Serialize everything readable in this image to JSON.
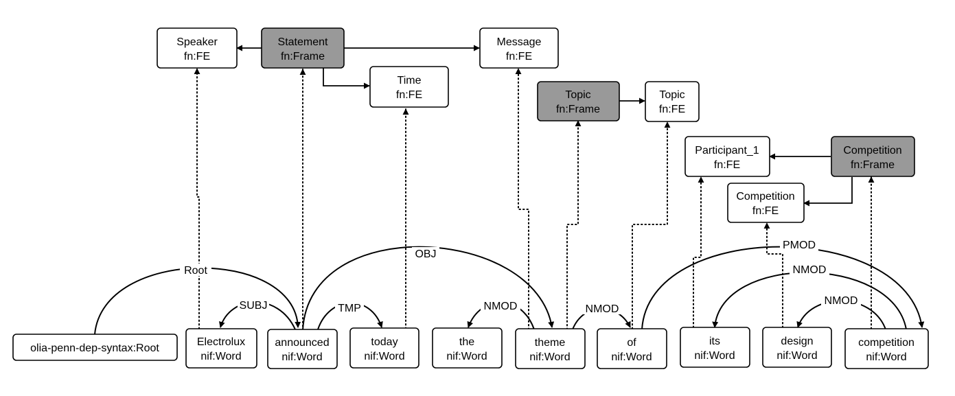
{
  "nodes": {
    "speaker": {
      "line1": "Speaker",
      "line2": "fn:FE"
    },
    "statement": {
      "line1": "Statement",
      "line2": "fn:Frame"
    },
    "message": {
      "line1": "Message",
      "line2": "fn:FE"
    },
    "time": {
      "line1": "Time",
      "line2": "fn:FE"
    },
    "topic_frame": {
      "line1": "Topic",
      "line2": "fn:Frame"
    },
    "topic_fe": {
      "line1": "Topic",
      "line2": "fn:FE"
    },
    "participant_1": {
      "line1": "Participant_1",
      "line2": "fn:FE"
    },
    "competition_frame": {
      "line1": "Competition",
      "line2": "fn:Frame"
    },
    "competition_fe": {
      "line1": "Competition",
      "line2": "fn:FE"
    },
    "root": {
      "line1": "olia-penn-dep-syntax:Root"
    },
    "electrolux": {
      "line1": "Electrolux",
      "line2": "nif:Word"
    },
    "announced": {
      "line1": "announced",
      "line2": "nif:Word"
    },
    "today": {
      "line1": "today",
      "line2": "nif:Word"
    },
    "the": {
      "line1": "the",
      "line2": "nif:Word"
    },
    "theme": {
      "line1": "theme",
      "line2": "nif:Word"
    },
    "of": {
      "line1": "of",
      "line2": "nif:Word"
    },
    "its": {
      "line1": "its",
      "line2": "nif:Word"
    },
    "design": {
      "line1": "design",
      "line2": "nif:Word"
    },
    "competition": {
      "line1": "competition",
      "line2": "nif:Word"
    }
  },
  "edge_labels": {
    "root": "Root",
    "subj": "SUBJ",
    "tmp": "TMP",
    "obj": "OBJ",
    "nmod_the": "NMOD",
    "nmod_of": "NMOD",
    "pmod": "PMOD",
    "nmod_its": "NMOD",
    "nmod_design": "NMOD"
  },
  "colors": {
    "frame_fill": "#999999",
    "fe_fill": "#ffffff",
    "line": "#000000"
  }
}
